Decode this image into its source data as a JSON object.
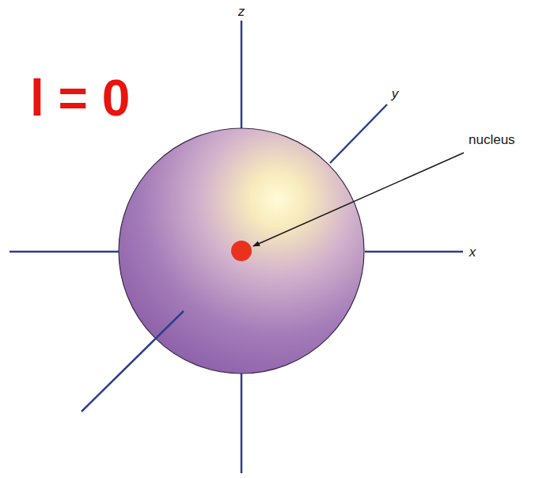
{
  "diagram": {
    "labels": [
      "z",
      "l = 0",
      "y",
      "nucleus",
      "x"
    ]
  }
}
